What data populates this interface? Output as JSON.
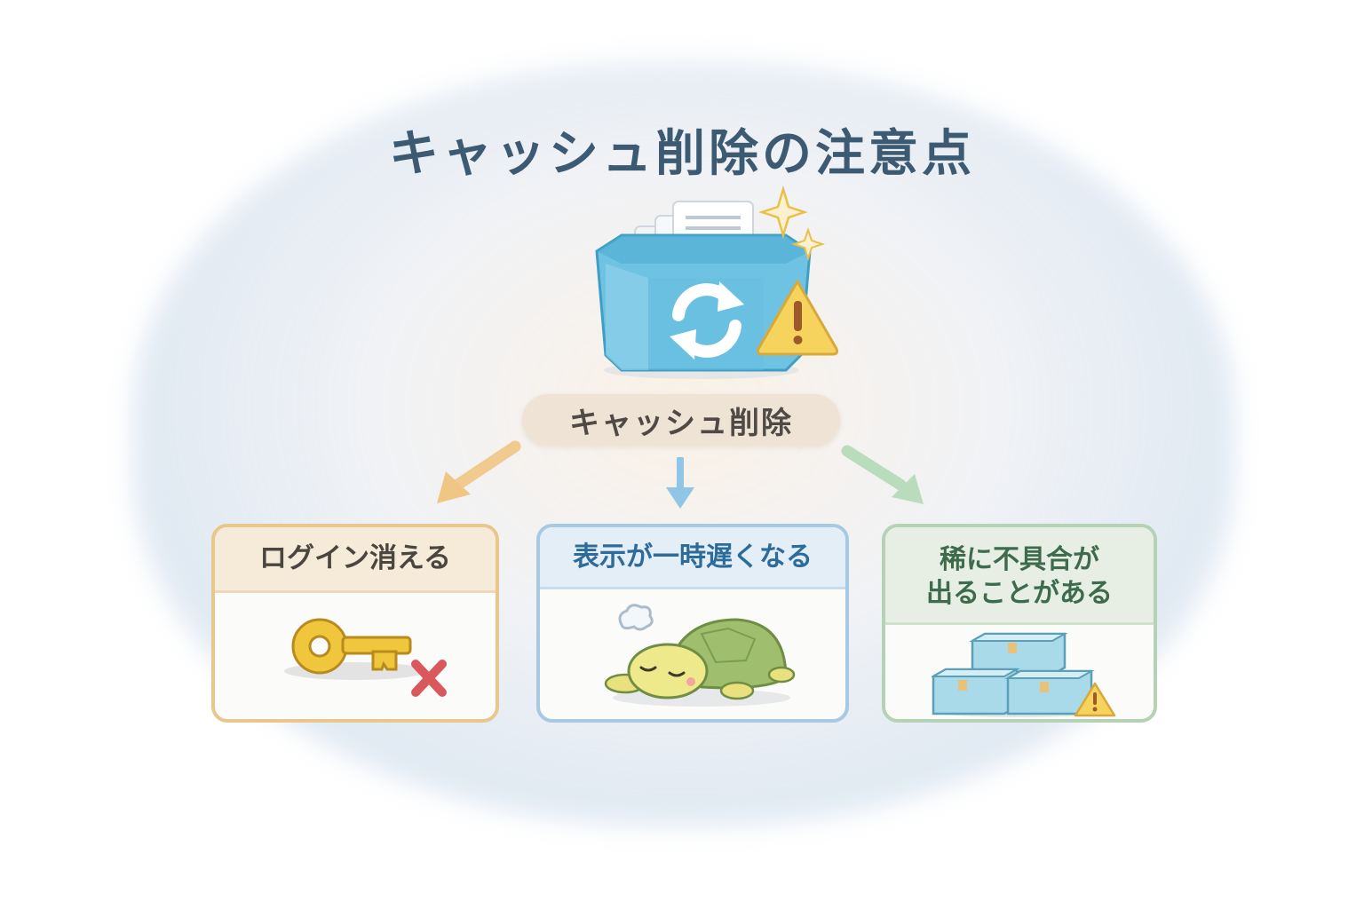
{
  "title": "キャッシュ削除の注意点",
  "center_node": {
    "label": "キャッシュ削除",
    "icon": "cache-box-refresh-icon"
  },
  "arrows": [
    {
      "direction": "down-left",
      "color": "#f0c684"
    },
    {
      "direction": "down",
      "color": "#8fc6e6"
    },
    {
      "direction": "down-right",
      "color": "#b9dcbc"
    }
  ],
  "cards": [
    {
      "label": "ログイン消える",
      "icon": "key-with-x-icon",
      "accent": "#e8c78e"
    },
    {
      "label": "表示が一時遅くなる",
      "icon": "sleeping-turtle-icon",
      "accent": "#a9c9e3"
    },
    {
      "label_line1": "稀に不具合が",
      "label_line2": "出ることがある",
      "icon": "boxes-warning-icon",
      "accent": "#b6d2b6"
    }
  ],
  "colors": {
    "title": "#3d5a73",
    "box_blue": "#5fb8da",
    "warning_yellow": "#f5cf52",
    "key_gold": "#e8bb35",
    "x_red": "#d9585c",
    "turtle_green": "#8fb36a"
  }
}
